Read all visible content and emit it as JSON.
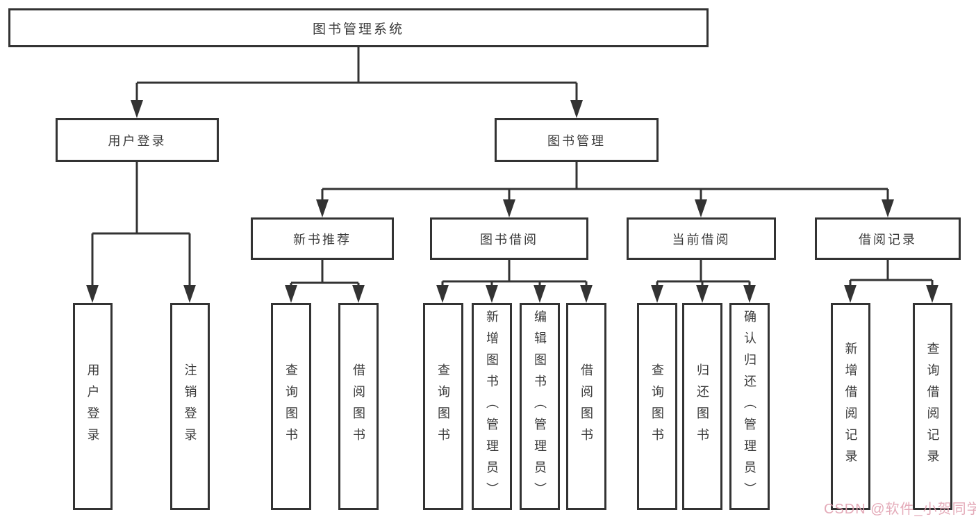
{
  "title": "图书管理系统",
  "level2": [
    {
      "label": "用户登录"
    },
    {
      "label": "图书管理"
    }
  ],
  "level3": [
    {
      "label": "新书推荐"
    },
    {
      "label": "图书借阅"
    },
    {
      "label": "当前借阅"
    },
    {
      "label": "借阅记录"
    }
  ],
  "leaves": {
    "login": [
      {
        "label": "用户登录"
      },
      {
        "label": "注销登录"
      }
    ],
    "newbook": [
      {
        "label": "查询图书"
      },
      {
        "label": "借阅图书"
      }
    ],
    "borrow": [
      {
        "label": "查询图书"
      },
      {
        "label": "新增图书（管理员）"
      },
      {
        "label": "编辑图书（管理员）"
      },
      {
        "label": "借阅图书"
      }
    ],
    "current": [
      {
        "label": "查询图书"
      },
      {
        "label": "归还图书"
      },
      {
        "label": "确认归还（管理员）"
      }
    ],
    "records": [
      {
        "label": "新增借阅记录"
      },
      {
        "label": "查询借阅记录"
      }
    ]
  },
  "watermark": {
    "text": "CSDN @软件_小贺同学"
  },
  "colors": {
    "line": "#333333",
    "text": "#3a3a3a",
    "watermark": "#e2a2b2",
    "background": "#ffffff"
  }
}
